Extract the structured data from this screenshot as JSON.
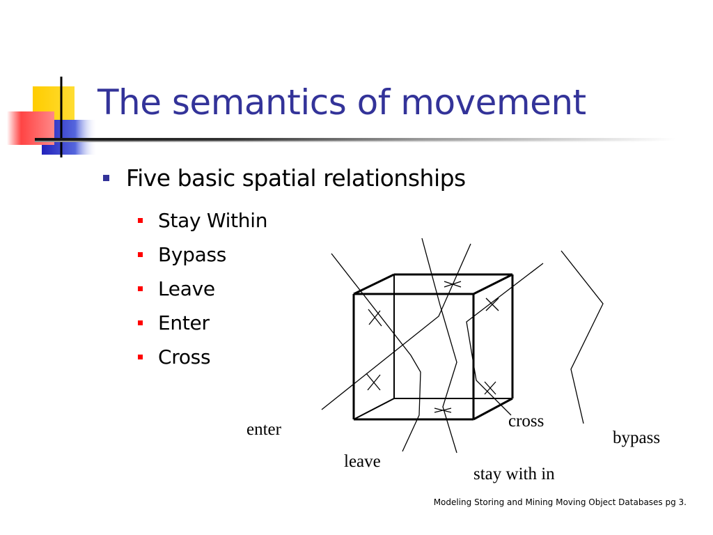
{
  "slide": {
    "title": "The semantics of movement",
    "bullet": "Five basic spatial relationships",
    "sub_bullets": [
      "Stay Within",
      "Bypass",
      "Leave",
      "Enter",
      "Cross"
    ],
    "footer": "Modeling Storing and Mining Moving Object Databases pg 3."
  },
  "diagram": {
    "labels": {
      "enter": "enter",
      "leave": "leave",
      "cross": "cross",
      "bypass": "bypass",
      "stay_within": "stay with in"
    }
  },
  "colors": {
    "title": "#333399",
    "level1_bullet": "#333399",
    "level2_bullet": "#ff0000",
    "deco_yellow": "#ffcc00",
    "deco_blue": "#3333cc",
    "deco_red": "#ff3333"
  }
}
